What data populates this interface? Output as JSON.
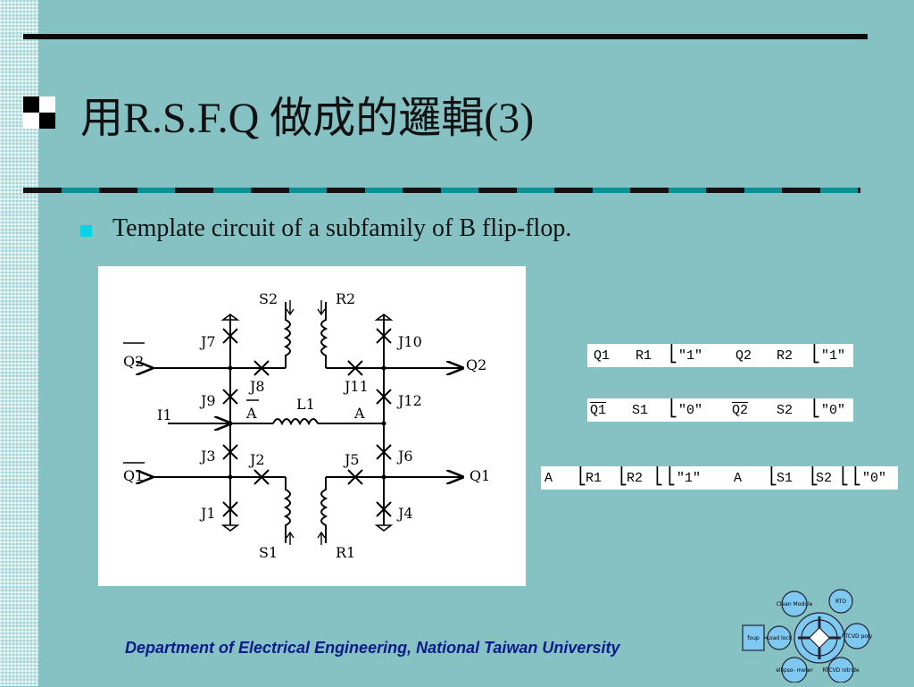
{
  "slide": {
    "title": "用R.S.F.Q 做成的邏輯(3)",
    "bullet_text": "Template circuit of a subfamily of B flip-flop.",
    "footer": "Department of Electrical Engineering, National Taiwan University"
  },
  "circuit": {
    "labels": [
      "S2",
      "R2",
      "J7",
      "J10",
      "Q2",
      "Q2",
      "J8",
      "J11",
      "J9",
      "J12",
      "A",
      "A",
      "L1",
      "I1",
      "J3",
      "J2",
      "J5",
      "J6",
      "Q1",
      "Q1",
      "J1",
      "J4",
      "S1",
      "R1"
    ]
  },
  "equations": {
    "row1": {
      "q1": "Q1",
      "op1": "",
      "r1": "R1",
      "v1": "\"1\"",
      "q2": "Q2",
      "op2": "",
      "r2": "R2",
      "v2": "\"1\""
    },
    "row2": {
      "q1": "Q1",
      "op1": "",
      "s1": "S1",
      "v1": "\"0\"",
      "q2": "Q2",
      "op2": "",
      "s2": "S2",
      "v2": "\"0\""
    },
    "row3": {
      "a1": "A",
      "op1": "",
      "r1": "R1",
      "r2": "R2",
      "v1": "\"1\"",
      "mark": "",
      "a2": "A",
      "op2": "",
      "s1": "S1",
      "s2": "S2",
      "v2": "\"0\""
    }
  },
  "logo": {
    "labels": [
      "Clean Module",
      "RTO",
      "Load lock",
      "RTCVD poly",
      "foup",
      "ellipso- meter",
      "RTCVD nitride"
    ]
  }
}
